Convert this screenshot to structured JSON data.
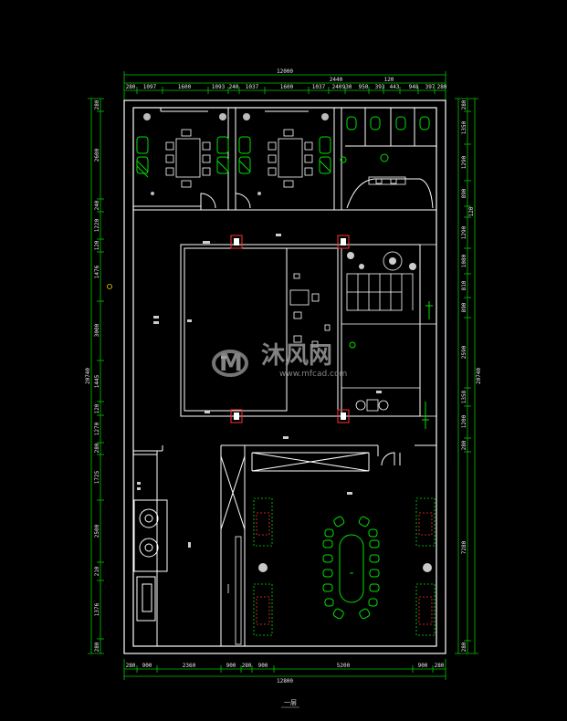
{
  "drawing": {
    "colors": {
      "background": "#000000",
      "walls": "#ffffff",
      "dimension": "#00c800",
      "furniture_green": "#00e000",
      "furniture_white": "#ffffff",
      "accent_red": "#ff3030",
      "grey": "#aaaaaa"
    },
    "top_overall": "12000",
    "top_sub": [
      "2440",
      "120"
    ],
    "top_segments": [
      "280",
      "1097",
      "1600",
      "1093",
      "240",
      "1037",
      "1600",
      "1037",
      "240",
      "930",
      "950",
      "393",
      "443",
      "948",
      "397",
      "280"
    ],
    "bottom_segments": [
      "280",
      "900",
      "2360",
      "900",
      "280",
      "900",
      "5200",
      "900",
      "280"
    ],
    "bottom_overall": "12800",
    "left_segments": [
      "280",
      "2600",
      "240",
      "1220",
      "120",
      "1476",
      "3000",
      "1445",
      "120",
      "1270",
      "280",
      "1725",
      "2500",
      "210",
      "1376",
      "280"
    ],
    "left_overall": "20740",
    "right_segments": [
      "280",
      "1350",
      "1290",
      "890",
      "120",
      "1290",
      "1080",
      "810",
      "890",
      "2590",
      "1358",
      "1200",
      "280",
      "7280",
      "280"
    ],
    "right_overall": "20740",
    "caption": "一层",
    "watermark": {
      "logo": "M",
      "brand": "沐风网",
      "url": "www.mfcad.com"
    }
  }
}
